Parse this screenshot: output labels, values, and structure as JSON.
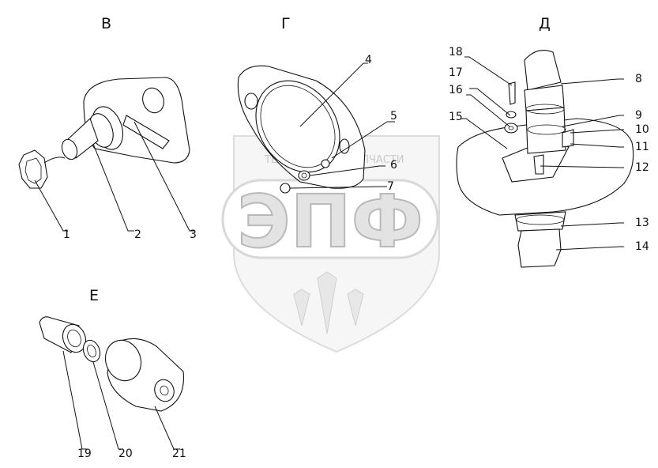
{
  "views": [
    {
      "id": "v",
      "letter": "В"
    },
    {
      "id": "g",
      "letter": "Г"
    },
    {
      "id": "d",
      "letter": "Д"
    },
    {
      "id": "e",
      "letter": "Е"
    }
  ],
  "watermark": {
    "main": "ЭПФ",
    "left": "ТЕХНИКА",
    "right": "ЗАПЧАСТИ"
  },
  "callouts": [
    "1",
    "2",
    "3",
    "4",
    "5",
    "6",
    "7",
    "8",
    "9",
    "10",
    "11",
    "12",
    "13",
    "14",
    "15",
    "16",
    "17",
    "18",
    "19",
    "20",
    "21"
  ]
}
